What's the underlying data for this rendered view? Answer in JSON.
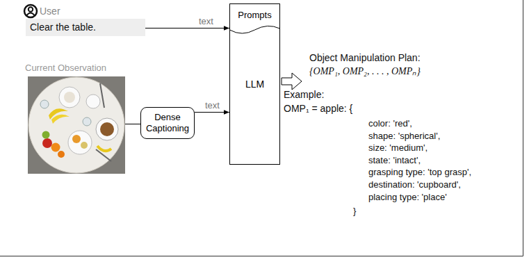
{
  "diagram": {
    "nodes": [
      {
        "text": [
          "Clear the table."
        ]
      },
      {
        "text": [
          "LLM"
        ]
      },
      {
        "text": [
          "Prompts"
        ],
        "in": 1
      },
      {
        "text": [
          "Dense Captioning"
        ]
      }
    ],
    "edges": [
      {
        "from": 0,
        "to": 2,
        "label": "text",
        "arrow": "to"
      },
      {
        "from": 3,
        "to": 1,
        "label": "text",
        "arrow": "to"
      }
    ],
    "labels": [
      "User",
      "Current Observation",
      "Object Manipulation Plan:",
      "{OMP₁, OMP₂, . . . , OMPₙ}",
      "Example:",
      "OMP₁ = apple: {",
      "color: 'red',",
      "shape: 'spherical',",
      "size: 'medium',",
      "state: 'intact',",
      "grasping type: 'top grasp',",
      "destination: 'cupboard',",
      "placing type: 'place'",
      "}"
    ]
  }
}
